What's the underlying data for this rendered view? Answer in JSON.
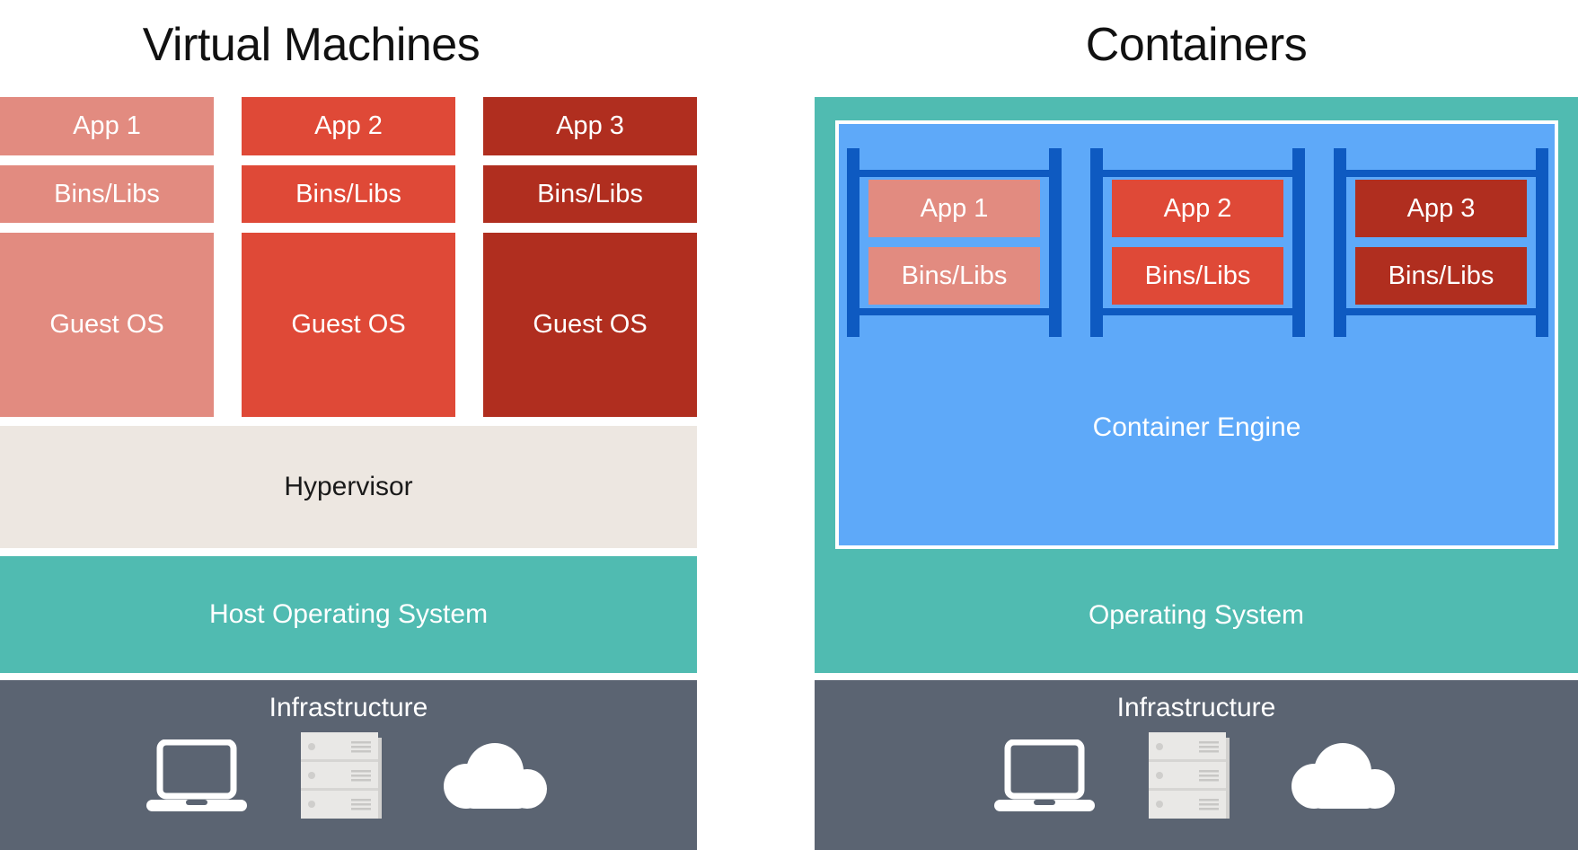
{
  "vm": {
    "title": "Virtual Machines",
    "columns": [
      {
        "app": "App 1",
        "bins": "Bins/Libs",
        "os": "Guest OS"
      },
      {
        "app": "App 2",
        "bins": "Bins/Libs",
        "os": "Guest OS"
      },
      {
        "app": "App 3",
        "bins": "Bins/Libs",
        "os": "Guest OS"
      }
    ],
    "hypervisor": "Hypervisor",
    "host_os": "Host Operating System",
    "infrastructure": "Infrastructure"
  },
  "containers": {
    "title": "Containers",
    "stacks": [
      {
        "app": "App 1",
        "bins": "Bins/Libs"
      },
      {
        "app": "App 2",
        "bins": "Bins/Libs"
      },
      {
        "app": "App 3",
        "bins": "Bins/Libs"
      }
    ],
    "engine": "Container Engine",
    "os": "Operating System",
    "infrastructure": "Infrastructure"
  },
  "icons": [
    "laptop-icon",
    "server-rack-icon",
    "cloud-icon"
  ],
  "colors": {
    "app1_salmon": "#E28B80",
    "app2_red": "#DF4937",
    "app3_dark_red": "#B02E1F",
    "hypervisor_beige": "#EDE7E1",
    "os_teal": "#50BBB1",
    "infrastructure_slate": "#5B6472",
    "engine_blue": "#5EA9F9",
    "container_frame_blue": "#0E5AC1",
    "text_dark": "#111111",
    "text_light": "#FFFFFF"
  }
}
